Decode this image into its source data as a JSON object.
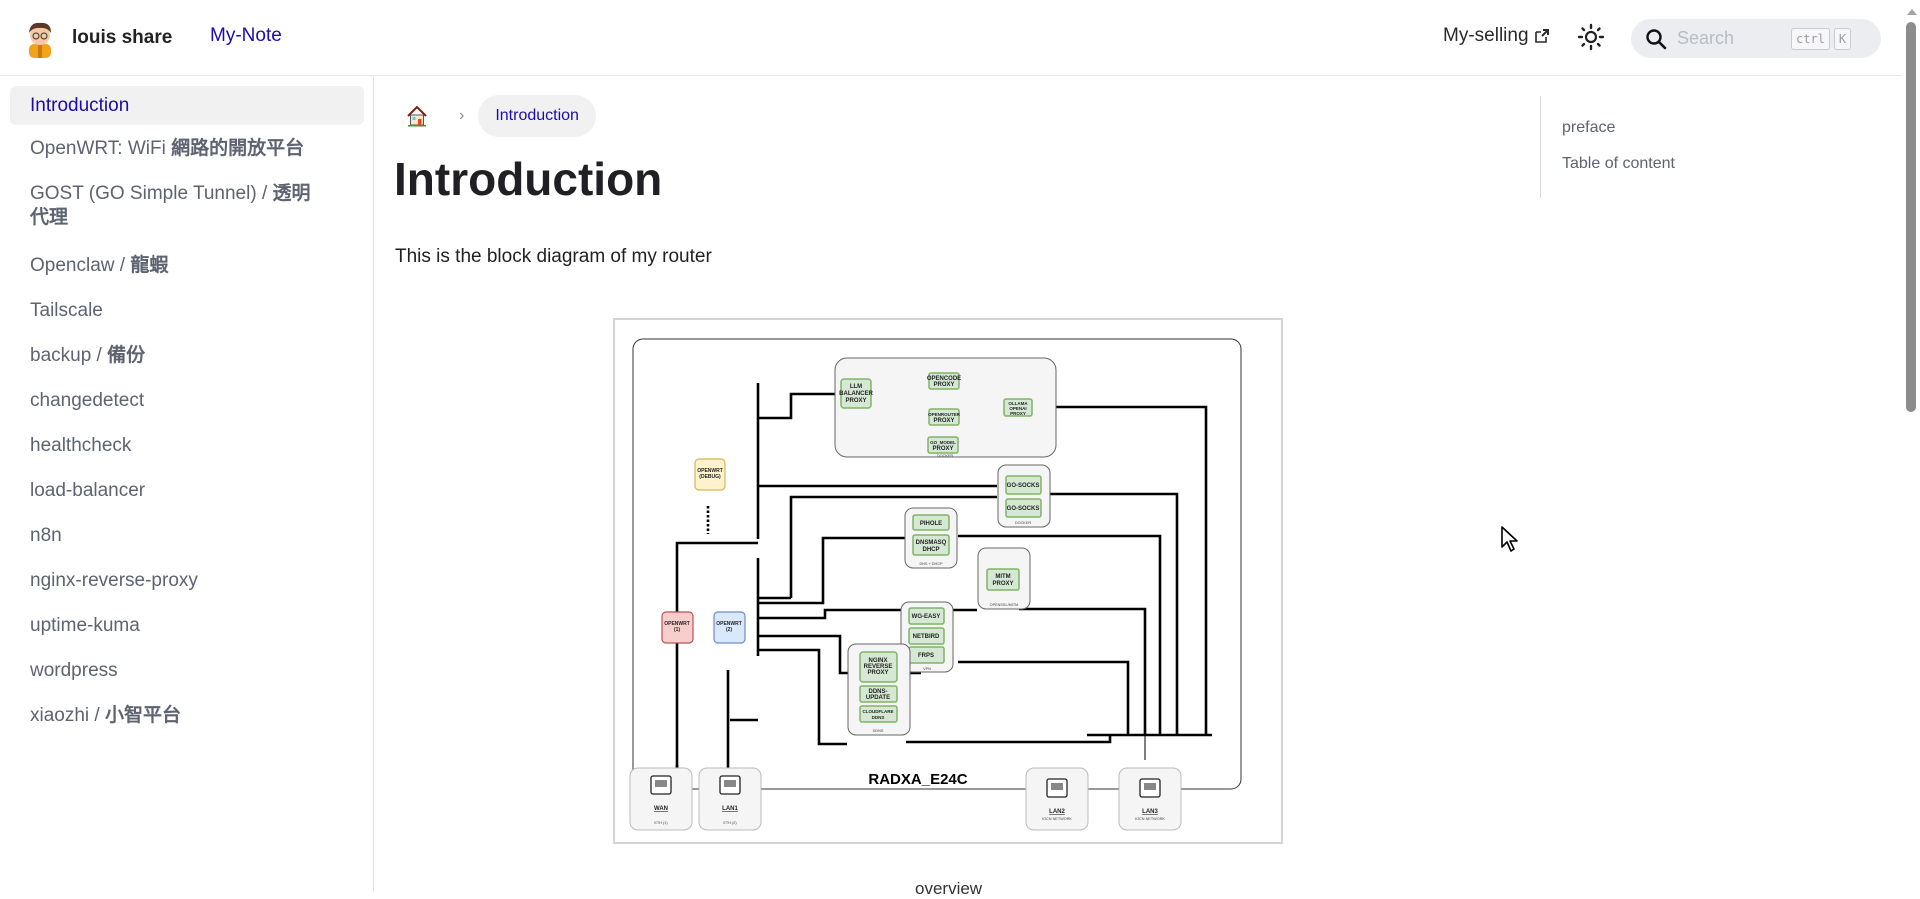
{
  "header": {
    "site_title": "louis share",
    "nav_link": "My-Note",
    "external_link": "My-selling",
    "external_icon": "external-link-icon",
    "theme_icon": "sun-icon",
    "search": {
      "placeholder": "Search",
      "value": "",
      "shortcut_keys": [
        "ctrl",
        "K"
      ]
    }
  },
  "sidebar": {
    "items": [
      {
        "label": "Introduction",
        "cjk": "",
        "active": true
      },
      {
        "label": "OpenWRT: WiFi ",
        "cjk": "網路的開放平台",
        "active": false
      },
      {
        "label": "GOST (GO Simple Tunnel) / ",
        "cjk": "透明代理",
        "active": false
      },
      {
        "label": "Openclaw / ",
        "cjk": "龍蝦",
        "active": false
      },
      {
        "label": "Tailscale",
        "cjk": "",
        "active": false
      },
      {
        "label": "backup / ",
        "cjk": "備份",
        "active": false
      },
      {
        "label": "changedetect",
        "cjk": "",
        "active": false
      },
      {
        "label": "healthcheck",
        "cjk": "",
        "active": false
      },
      {
        "label": "load-balancer",
        "cjk": "",
        "active": false
      },
      {
        "label": "n8n",
        "cjk": "",
        "active": false
      },
      {
        "label": "nginx-reverse-proxy",
        "cjk": "",
        "active": false
      },
      {
        "label": "uptime-kuma",
        "cjk": "",
        "active": false
      },
      {
        "label": "wordpress",
        "cjk": "",
        "active": false
      },
      {
        "label": "xiaozhi / ",
        "cjk": "小智平台",
        "active": false
      }
    ]
  },
  "breadcrumb": {
    "home_icon": "home-icon",
    "current": "Introduction"
  },
  "main": {
    "title": "Introduction",
    "paragraph": "This is the block diagram of my router",
    "figure_caption": "overview"
  },
  "diagram": {
    "device_name": "RADXA_E24C",
    "openwrt_debug": [
      "OPENWRT",
      "(DEBUG)"
    ],
    "openwrt_1": [
      "OPENWRT",
      "(1)"
    ],
    "openwrt_2": [
      "OPENWRT",
      "(2)"
    ],
    "groups": {
      "docker_llm": {
        "caption": "DOCKER",
        "nodes": [
          [
            "LLM",
            "BALANCER",
            "PROXY"
          ],
          [
            "OPENCODE",
            "PROXY"
          ],
          [
            "OPENROUTER",
            "PROXY"
          ],
          [
            "OLLAMA",
            "OPENAI",
            "PROXY"
          ],
          [
            "GO_MODEL",
            "PROXY"
          ]
        ]
      },
      "docker_socks": {
        "caption": "DOCKER",
        "nodes": [
          [
            "GO-SOCKS"
          ],
          [
            "GO-SOCKS"
          ]
        ]
      },
      "dns_dhcp": {
        "caption": "DNS + DHCP",
        "nodes": [
          [
            "PIHOLE"
          ],
          [
            "DNSMASQ",
            "DHCP"
          ]
        ]
      },
      "mitm": {
        "caption": "OPENSSL/MITM",
        "nodes": [
          [
            "MITM",
            "PROXY"
          ]
        ]
      },
      "vpn": {
        "caption": "VPN",
        "nodes": [
          [
            "WG-EASY"
          ],
          [
            "NETBIRD"
          ],
          [
            "FRPS"
          ]
        ]
      },
      "ddns": {
        "caption": "DDNS",
        "nodes": [
          [
            "NGINX",
            "REVERSE",
            "PROXY"
          ],
          [
            "DDNS-",
            "UPDATE"
          ],
          [
            "CLOUDFLARE",
            "DDNS"
          ]
        ]
      }
    },
    "ports": [
      {
        "name": "WAN",
        "sub": "ETH (1)"
      },
      {
        "name": "LAN1",
        "sub": "ETH (2)"
      },
      {
        "name": "LAN2",
        "sub": "IOCN NETWORK"
      },
      {
        "name": "LAN3",
        "sub": "IOCN NETWORK"
      }
    ]
  },
  "toc": {
    "items": [
      "preface",
      "Table of content"
    ]
  },
  "colors": {
    "link": "#1a0dab",
    "active_bg": "#f1f1f2",
    "muted_text": "#5d6370",
    "node_green": "#d5e8d4",
    "node_green_border": "#82b366",
    "node_red": "#f8cecc",
    "node_blue": "#dae8fc",
    "node_yellow": "#fff2cc"
  }
}
